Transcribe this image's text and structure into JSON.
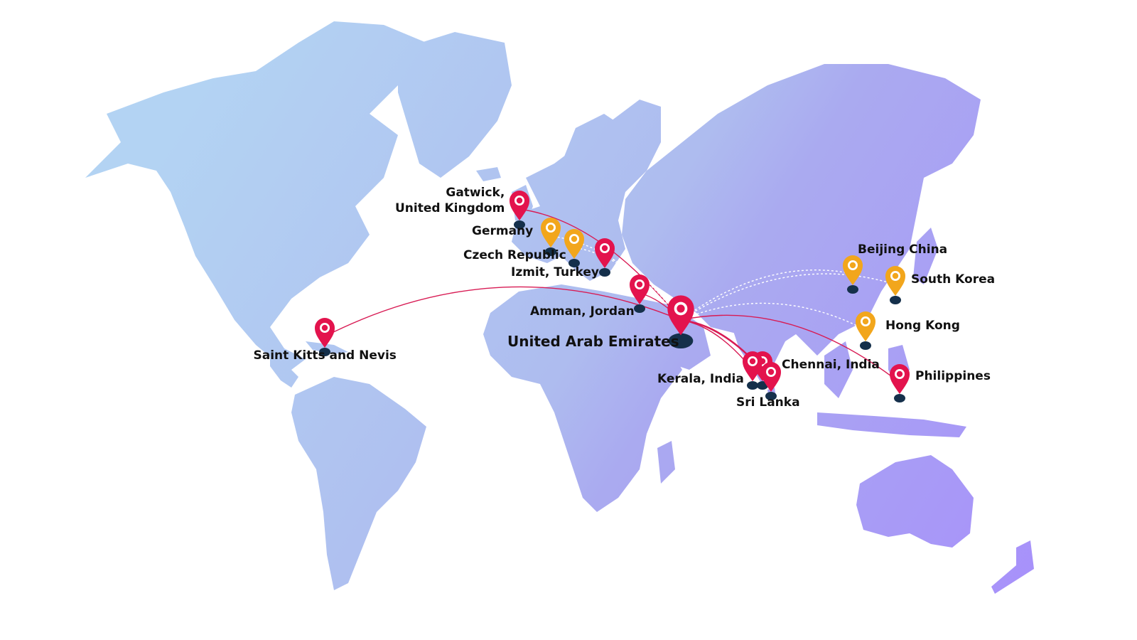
{
  "colors": {
    "land_start": "#b3d3f3",
    "land_mid": "#abb2ee",
    "land_end": "#a78ffb",
    "pin_red": "#e3134d",
    "pin_orange": "#f2a61c",
    "pin_base": "#15304b",
    "route_red": "#d81b54",
    "route_white": "#ffffff"
  },
  "hub": {
    "label": "United Arab Emirates",
    "icon": "map-pin-icon"
  },
  "locations": [
    {
      "id": "gatwick",
      "lines": [
        "Gatwick,",
        "United Kingdom"
      ],
      "color": "red"
    },
    {
      "id": "germany",
      "lines": [
        "Germany"
      ],
      "color": "orange"
    },
    {
      "id": "czech",
      "lines": [
        "Czech Republic"
      ],
      "color": "orange"
    },
    {
      "id": "izmit",
      "lines": [
        "Izmit, Turkey"
      ],
      "color": "red"
    },
    {
      "id": "amman",
      "lines": [
        "Amman, Jordan"
      ],
      "color": "red"
    },
    {
      "id": "saint_kitts",
      "lines": [
        "Saint Kitts and Nevis"
      ],
      "color": "red"
    },
    {
      "id": "beijing",
      "lines": [
        "Beijing China"
      ],
      "color": "orange"
    },
    {
      "id": "south_korea",
      "lines": [
        "South Korea"
      ],
      "color": "orange"
    },
    {
      "id": "hong_kong",
      "lines": [
        "Hong Kong"
      ],
      "color": "orange"
    },
    {
      "id": "philippines",
      "lines": [
        "Philippines"
      ],
      "color": "red"
    },
    {
      "id": "chennai",
      "lines": [
        "Chennai, India"
      ],
      "color": "red"
    },
    {
      "id": "kerala",
      "lines": [
        "Kerala, India"
      ],
      "color": "red"
    },
    {
      "id": "sri_lanka",
      "lines": [
        "Sri Lanka"
      ],
      "color": "red"
    }
  ]
}
